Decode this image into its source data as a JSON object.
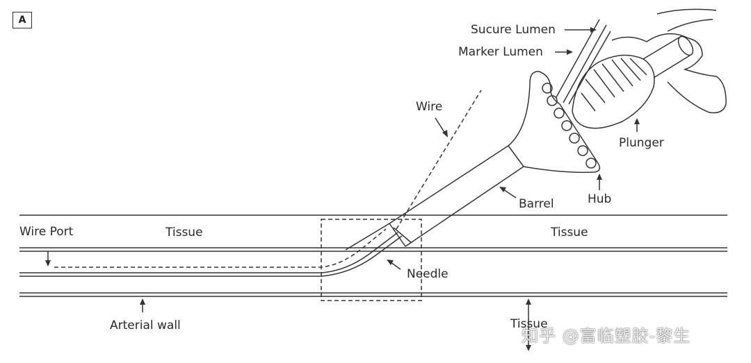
{
  "panel": {
    "label": "A"
  },
  "labels": {
    "suture_lumen": "Sucure Lumen",
    "marker_lumen": "Marker Lumen",
    "wire": "Wire",
    "plunger": "Plunger",
    "barrel": "Barrel",
    "hub": "Hub",
    "wire_port": "Wire Port",
    "tissue_left": "Tissue",
    "tissue_right": "Tissue",
    "needle": "Needle",
    "arterial_wall": "Arterial wall",
    "tissue_bottom": "Tissue"
  },
  "watermark": {
    "text": "知乎 @富临塑胶-黎生"
  },
  "colors": {
    "line": "#333333",
    "text": "#2a2a2a",
    "background": "#ffffff"
  }
}
